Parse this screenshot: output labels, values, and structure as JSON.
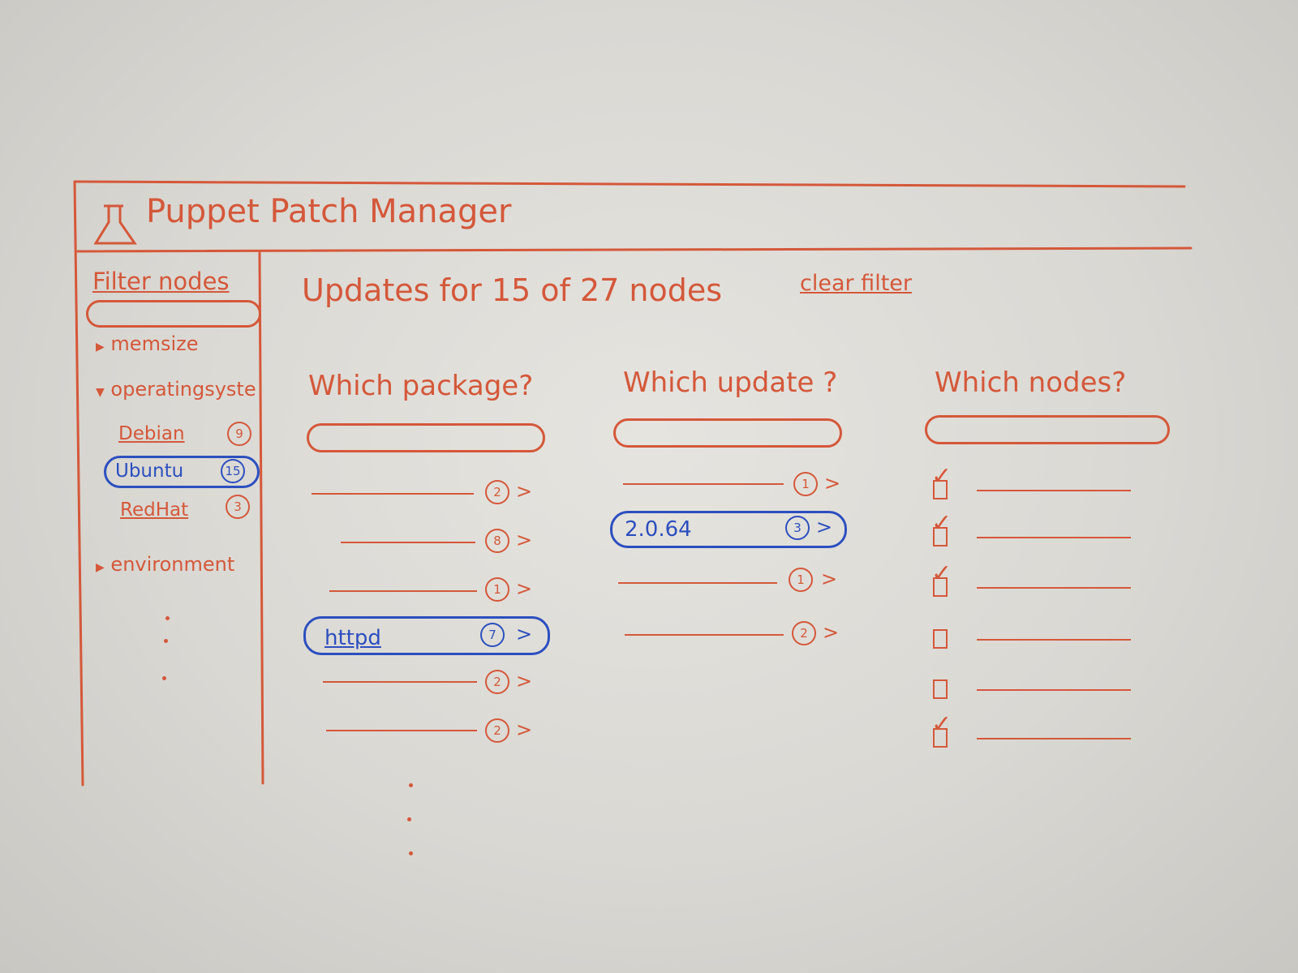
{
  "app": {
    "title": "Puppet Patch Manager",
    "logo_icon": "flask-icon"
  },
  "sidebar": {
    "title": "Filter nodes",
    "facets": [
      {
        "label": "memsize",
        "expanded": false
      },
      {
        "label": "operatingsyste",
        "expanded": true,
        "values": [
          {
            "label": "Debian",
            "count": "9",
            "selected": false
          },
          {
            "label": "Ubuntu",
            "count": "15",
            "selected": true
          },
          {
            "label": "RedHat",
            "count": "3",
            "selected": false
          }
        ]
      },
      {
        "label": "environment",
        "expanded": false
      }
    ]
  },
  "main": {
    "heading": "Updates for 15 of 27 nodes",
    "clear_filter": "clear filter",
    "packages": {
      "title": "Which package?",
      "items": [
        {
          "label": "",
          "count": "2"
        },
        {
          "label": "",
          "count": "8"
        },
        {
          "label": "",
          "count": "1"
        },
        {
          "label": "httpd",
          "count": "7",
          "selected": true
        },
        {
          "label": "",
          "count": "2"
        },
        {
          "label": "",
          "count": "2"
        }
      ]
    },
    "updates": {
      "title": "Which update ?",
      "items": [
        {
          "label": "",
          "count": "1"
        },
        {
          "label": "2.0.64",
          "count": "3",
          "selected": true
        },
        {
          "label": "",
          "count": "1"
        },
        {
          "label": "",
          "count": "2"
        }
      ]
    },
    "nodes": {
      "title": "Which nodes?",
      "items": [
        {
          "checked": true
        },
        {
          "checked": true
        },
        {
          "checked": true
        },
        {
          "checked": false
        },
        {
          "checked": false
        },
        {
          "checked": true
        }
      ]
    }
  },
  "colors": {
    "marker_red": "#d4583a",
    "marker_blue": "#2c4fbf",
    "board": "#e6e4df"
  }
}
